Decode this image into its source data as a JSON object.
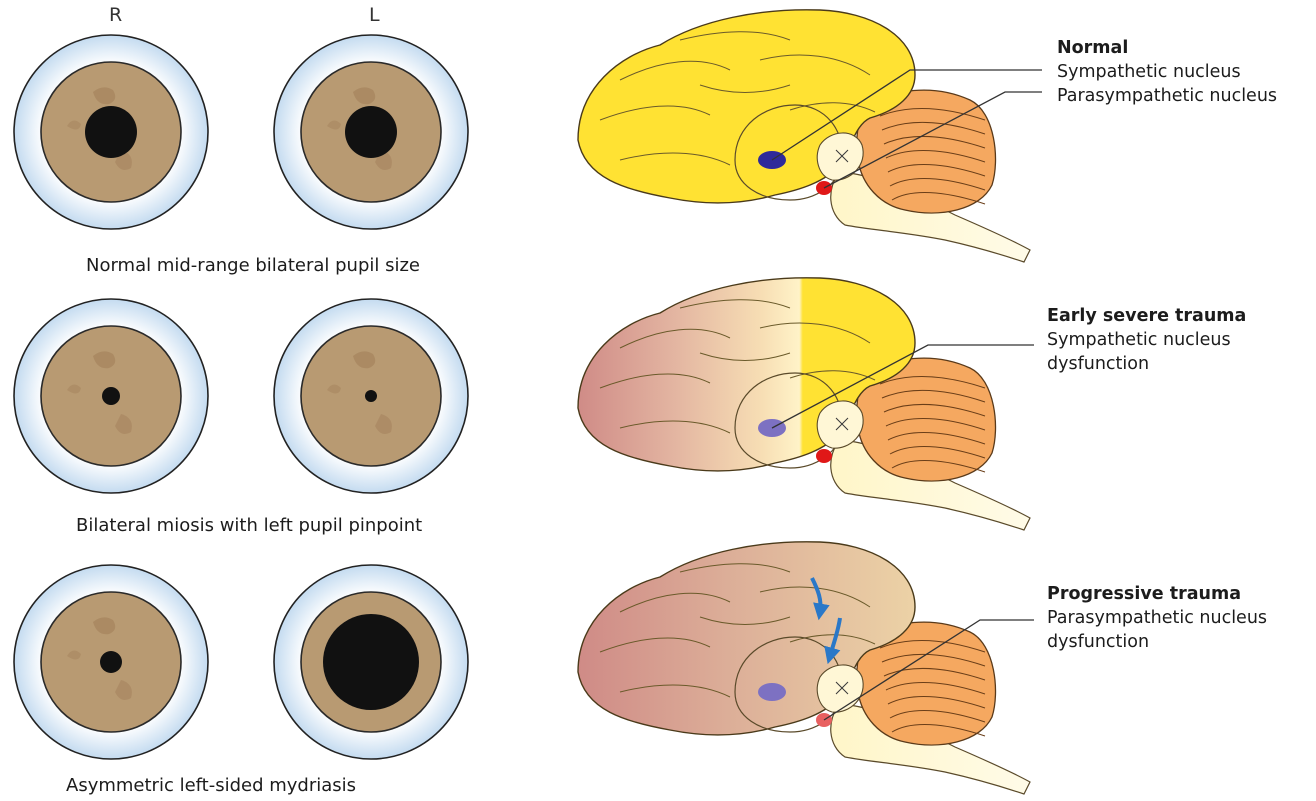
{
  "eye_headers": {
    "right": "R",
    "left": "L"
  },
  "rows": [
    {
      "caption": "Normal mid-range bilateral pupil size",
      "title": "Normal",
      "lines": [
        "Sympathetic nucleus",
        "Parasympathetic nucleus"
      ],
      "state": "normal"
    },
    {
      "caption": "Bilateral miosis with left pupil pinpoint",
      "title": "Early severe trauma",
      "lines": [
        "Sympathetic nucleus",
        "dysfunction"
      ],
      "state": "sympathetic-dysfunction"
    },
    {
      "caption": "Asymmetric left-sided mydriasis",
      "title": "Progressive trauma",
      "lines": [
        "Parasympathetic nucleus",
        "dysfunction"
      ],
      "state": "parasympathetic-dysfunction"
    }
  ],
  "colors": {
    "sclera": "#ffffff",
    "sclera_edge": "#c7ddf1",
    "iris": "#b89a72",
    "iris_spot": "#a07d58",
    "pupil": "#111111",
    "cerebrum_normal": "#ffe233",
    "cerebrum_injured": "#cf8a86",
    "cerebellum": "#f5a860",
    "brainstem": "#fff2c0",
    "sympathetic_nucleus": "#2f2a9a",
    "sympathetic_nucleus_dim": "#7d71c2",
    "parasympathetic_nucleus": "#e01818",
    "parasympathetic_nucleus_dim": "#e86060",
    "arrow": "#2a78c8"
  },
  "icons": [
    "pupil-icon",
    "brain-sagittal-icon",
    "herniation-arrow-icon"
  ]
}
